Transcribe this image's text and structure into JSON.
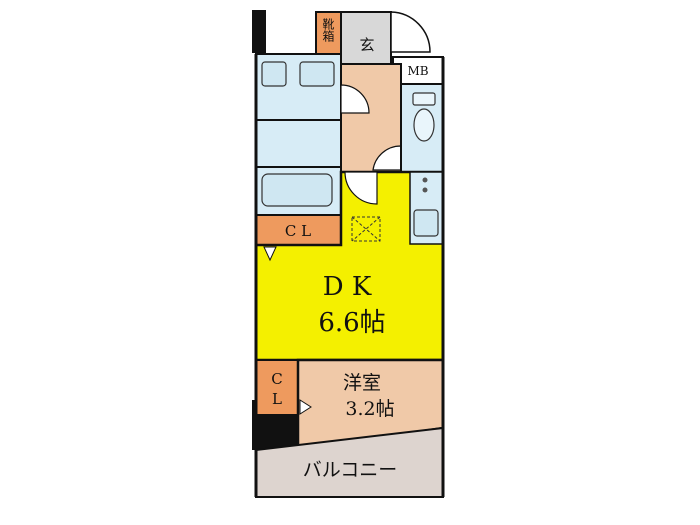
{
  "rooms": {
    "shoe_box": "靴箱",
    "entrance": "玄",
    "mb": "MB",
    "cl_upper": "C L",
    "dk_name": "D K",
    "dk_size": "6.6帖",
    "cl_lower_1": "C",
    "cl_lower_2": "L",
    "western_name": "洋室",
    "western_size": "3.2帖",
    "balcony": "バルコニー"
  },
  "colors": {
    "wall": "#111111",
    "dk_fill": "#f4f000",
    "wet_fill": "#d7ecf6",
    "closet_fill": "#ee9a5e",
    "floor_fill": "#f0c9a8",
    "entrance_fill": "#d8d8d8",
    "balcony_fill": "#ddd4cf"
  }
}
